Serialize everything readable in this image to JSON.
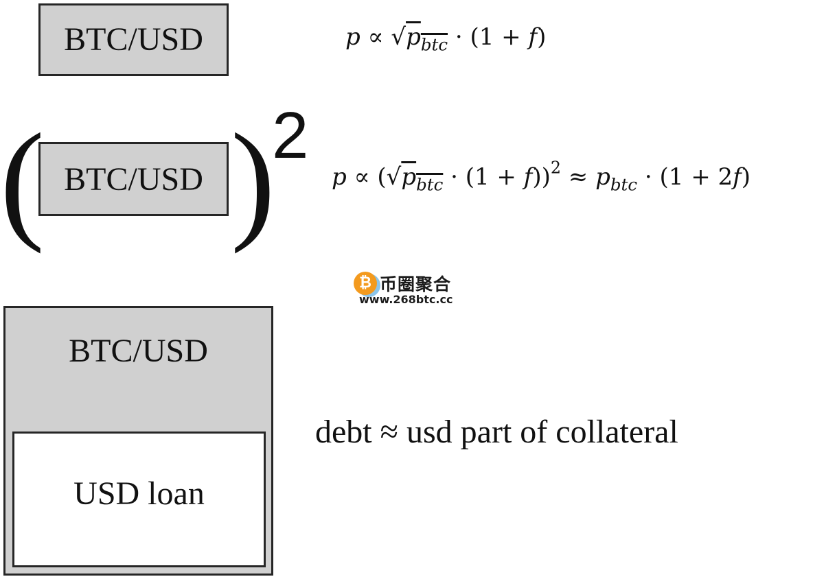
{
  "diagram": {
    "row1": {
      "box_label": "BTC/USD"
    },
    "row2": {
      "box_label": "BTC/USD",
      "open_paren": "(",
      "close_paren": ")",
      "exponent": "2"
    },
    "row3": {
      "outer_label": "BTC/USD",
      "inner_label": "USD loan",
      "caption": "debt ≈ usd part of collateral"
    }
  },
  "watermark": {
    "brand_glyph": "₿",
    "brand_name": "币圈聚合",
    "url": "www.268btc.cc"
  },
  "colors": {
    "box_fill": "#d0d0d0",
    "box_border": "#262626",
    "inner_fill": "#ffffff",
    "logo_orange": "#f39a1e",
    "logo_blue": "#8bc4ea"
  }
}
